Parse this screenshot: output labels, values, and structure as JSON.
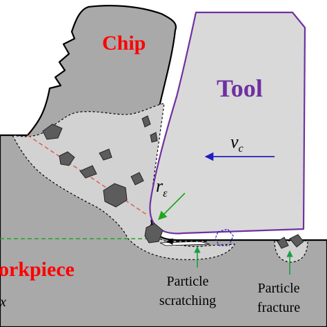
{
  "labels": {
    "chip": "Chip",
    "tool": "Tool",
    "workpiece": "orkpiece",
    "velocity_symbol": "v",
    "velocity_subscript": "c",
    "radius_symbol": "r",
    "radius_subscript": "ε",
    "particle_scratching_line1": "Particle",
    "particle_scratching_line2": "scratching",
    "particle_fracture_line1": "Particle",
    "particle_fracture_line2": "fracture",
    "axis_fragment": "x"
  },
  "colors": {
    "background": "#ffffff",
    "material_gray": "#a9a9a9",
    "zone_light": "#d2d2d2",
    "particle": "#5c5c5c",
    "tool_fill": "#d9d9d9",
    "tool_outline": "#7030a0",
    "chip_label": "#ff0000",
    "workpiece_label": "#ff0000",
    "tool_label": "#7030a0",
    "velocity_arrow": "#1f1fbf",
    "radius_arrow": "#1ea81e",
    "callout_arrow": "#17a040",
    "dashed_red": "#e06060",
    "dashed_green": "#1ea81e"
  }
}
